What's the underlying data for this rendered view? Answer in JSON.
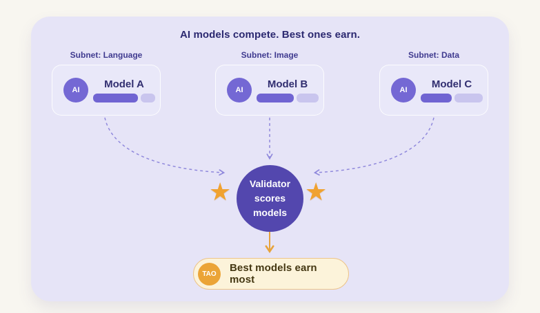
{
  "colors": {
    "page_bg": "#f8f6f0",
    "panel_bg": "#e6e4f7",
    "card_bg": "#e9e8f9",
    "bar_fill": "#7064d2",
    "bar_track": "#c9c5ee",
    "validator_bg": "#5347ae",
    "arrow_purple": "#9089dc",
    "arrow_orange": "#e7a33c",
    "star_orange": "#f0a231",
    "reward_bg": "#fcf3da",
    "reward_border": "#edc489",
    "tao_bg": "#eba437",
    "title_text": "#2b2870",
    "reward_text": "#443712"
  },
  "title": "AI models compete. Best ones earn.",
  "subnets": [
    {
      "label": "Subnet: Language",
      "model": "Model A",
      "badge": "AI",
      "score_percent": 72
    },
    {
      "label": "Subnet: Image",
      "model": "Model B",
      "badge": "AI",
      "score_percent": 60
    },
    {
      "label": "Subnet: Data",
      "model": "Model C",
      "badge": "AI",
      "score_percent": 50
    }
  ],
  "validator": {
    "line1": "Validator",
    "line2": "scores models"
  },
  "decorations": {
    "star_glyph": "★"
  },
  "reward": {
    "badge": "TAO",
    "label": "Best models earn most"
  }
}
